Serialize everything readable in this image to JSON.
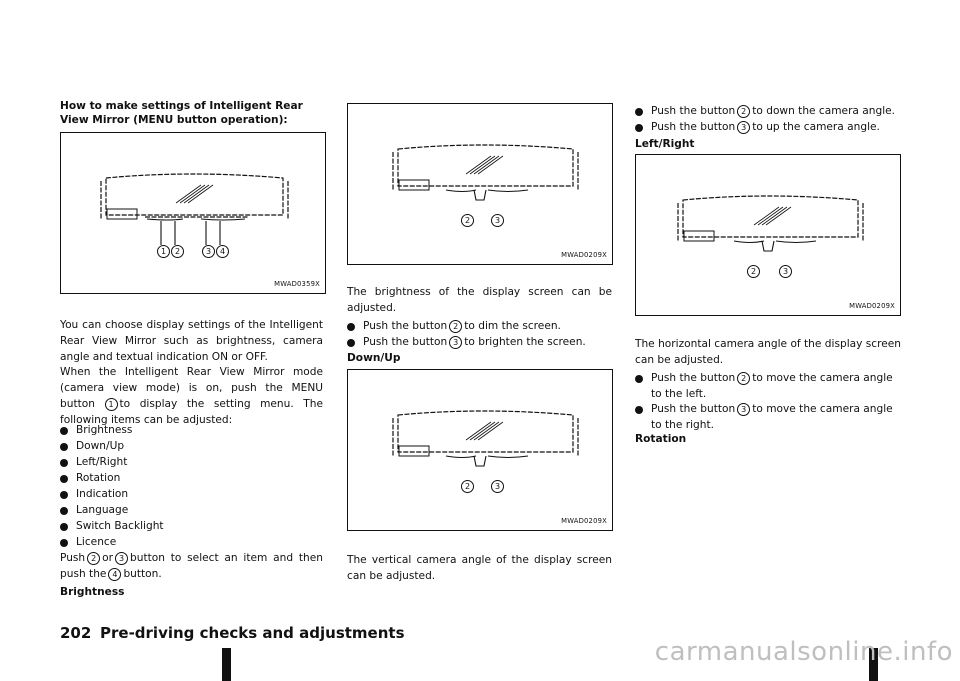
{
  "col1": {
    "heading": "How to make settings of Intelligent Rear View Mirror (MENU button operation):",
    "fig_code": "MWAD0359X",
    "fig_callouts": [
      "1",
      "2",
      "3",
      "4"
    ],
    "para1": "You can choose display settings of the Intelligent Rear View Mirror such as brightness, camera angle and textual indication ON or OFF.",
    "para2_a": "When the Intelligent Rear View Mirror mode (camera view mode) is on, push the MENU button",
    "para2_b": "to display the setting menu. The following items can be adjusted:",
    "items": [
      "Brightness",
      "Down/Up",
      "Left/Right",
      "Rotation",
      "Indication",
      "Language",
      "Switch Backlight",
      "Licence"
    ],
    "push_a": "Push",
    "push_b": "or",
    "push_c": "button to select an item and then push the",
    "push_d": "button.",
    "sub_brightness": "Brightness"
  },
  "col2": {
    "fig1_code": "MWAD0209X",
    "para1": "The brightness of the display screen can be adjusted.",
    "b1_a": "Push the button",
    "b1_b": "to dim the screen.",
    "b2_a": "Push the button",
    "b2_b": "to brighten the screen.",
    "sub_downup": "Down/Up",
    "fig2_code": "MWAD0209X",
    "para2": "The vertical camera angle of the display screen can be adjusted."
  },
  "col3": {
    "b1_a": "Push the button",
    "b1_b": "to down the camera angle.",
    "b2_a": "Push the button",
    "b2_b": "to up the camera angle.",
    "sub_leftright": "Left/Right",
    "fig_code": "MWAD0209X",
    "para1": "The horizontal camera angle of the display screen can be adjusted.",
    "b3_a": "Push the button",
    "b3_b": "to move the camera angle",
    "b3_c": "to the left.",
    "b4_a": "Push the button",
    "b4_b": "to move the camera angle",
    "b4_c": "to the right.",
    "sub_rotation": "Rotation"
  },
  "callouts": {
    "one": "1",
    "two": "2",
    "three": "3",
    "four": "4"
  },
  "footer": {
    "page_number": "202",
    "title": "Pre-driving checks and adjustments"
  },
  "watermark": "carmanualsonline.info"
}
